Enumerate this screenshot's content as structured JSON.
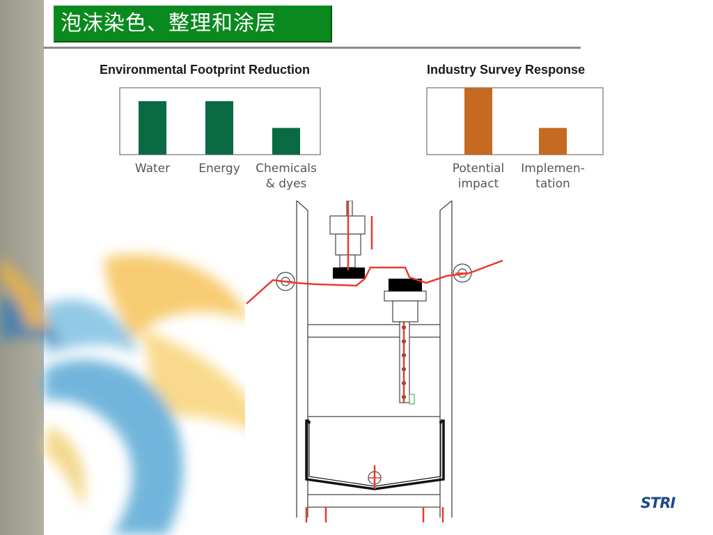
{
  "slide": {
    "title": "泡沫染色、整理和涂层",
    "logo_text": "STRI"
  },
  "colors": {
    "title_bg": "#0a8a1e",
    "chart1_bar": "#0a6a44",
    "chart2_bar": "#c46a22",
    "pipe_red": "#e83a2a",
    "left_stripe": "#a5a394"
  },
  "chart_data": [
    {
      "type": "bar",
      "title": "Environmental Footprint Reduction",
      "categories": [
        "Water",
        "Energy",
        "Chemicals\n& dyes"
      ],
      "values": [
        80,
        80,
        40
      ],
      "ylim": [
        0,
        100
      ],
      "grid": false,
      "xlabel": "",
      "ylabel": ""
    },
    {
      "type": "bar",
      "title": "Industry Survey Response",
      "categories": [
        "Potential\nimpact",
        "Implemen-\ntation"
      ],
      "values": [
        100,
        40
      ],
      "ylim": [
        0,
        100
      ],
      "grid": false,
      "xlabel": "",
      "ylabel": ""
    }
  ],
  "diagram": {
    "icon": "foam-application-machine-diagram"
  }
}
